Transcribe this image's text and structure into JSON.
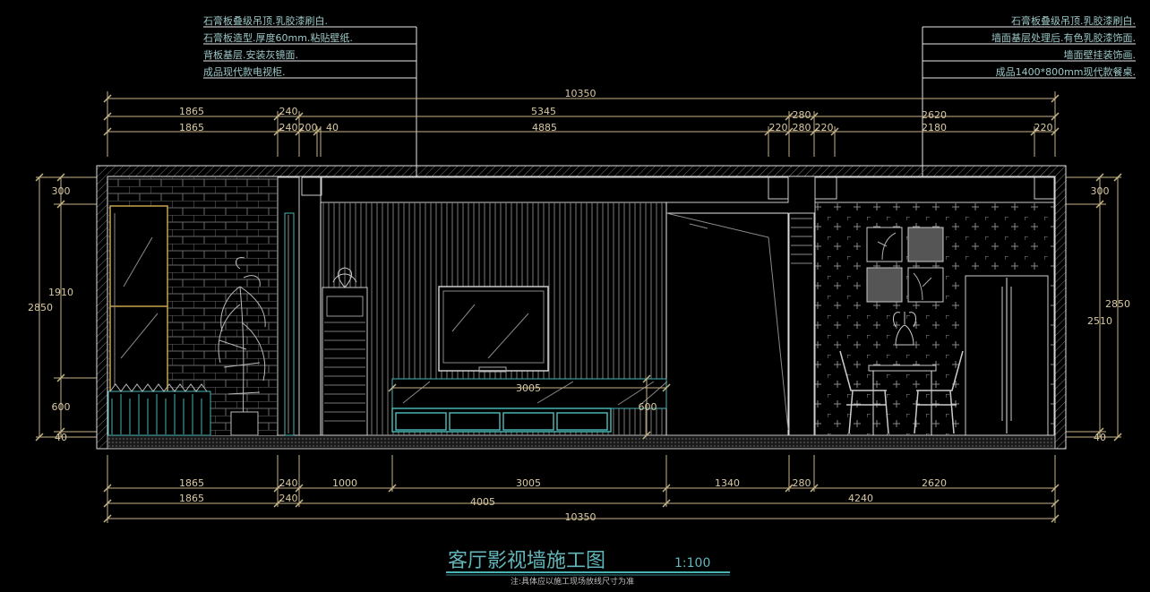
{
  "notes_left": [
    "石膏板叠级吊顶.乳胶漆刷白.",
    "石膏板造型.厚度60mm.粘贴壁纸.",
    "背板基层.安装灰镜面.",
    "成品现代款电视柜."
  ],
  "notes_right": [
    "石膏板叠级吊顶.乳胶漆刷白.",
    "墙面基层处理后.有色乳胶漆饰面.",
    "墙面壁挂装饰画.",
    "成品1400*800mm现代款餐桌."
  ],
  "top_dims": {
    "total": "10350",
    "row2": [
      "1865",
      "240",
      "5345",
      "280",
      "2620"
    ],
    "row3": [
      "1865",
      "240",
      "200",
      "40",
      "4885",
      "220",
      "280",
      "220",
      "2180",
      "220"
    ]
  },
  "left_dims": {
    "d300": "300",
    "d1910": "1910",
    "d2850": "2850",
    "d600": "600",
    "d40": "40"
  },
  "right_dims": {
    "d300": "300",
    "d2850": "2850",
    "d2510": "2510",
    "d40": "40"
  },
  "inner_dims": {
    "cabinet_width": "3005",
    "cabinet_height": "600"
  },
  "bottom_dims": {
    "row1": [
      "1865",
      "240",
      "1000",
      "3005",
      "1340",
      "280",
      "2620"
    ],
    "row2": [
      "1865",
      "240",
      "4005",
      "4240"
    ],
    "total": "10350"
  },
  "title": "客厅影视墙施工图",
  "scale": "1:100",
  "footnote": "注:具体应以施工现场放线尺寸为准"
}
